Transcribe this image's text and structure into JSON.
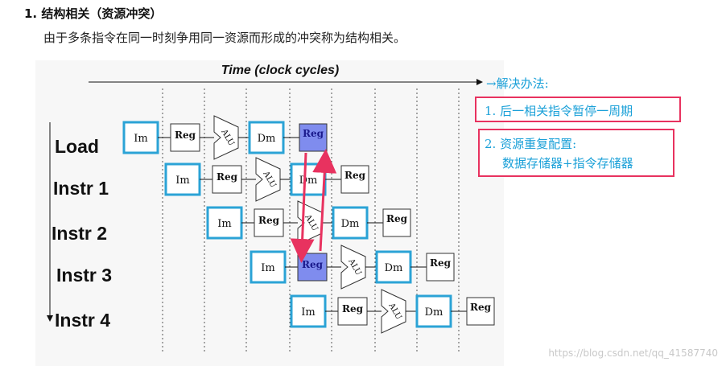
{
  "heading": "1. 结构相关（资源冲突）",
  "subheading": "由于多条指令在同一时刻争用同一资源而形成的冲突称为结构相关。",
  "diagram": {
    "time_label": "Time (clock cycles)",
    "rows": [
      {
        "label": "Load",
        "stages": [
          "Im",
          "Reg",
          "ALU",
          "Dm",
          "Reg"
        ]
      },
      {
        "label": "Instr 1",
        "stages": [
          "Im",
          "Reg",
          "ALU",
          "Dm",
          "Reg"
        ]
      },
      {
        "label": "Instr 2",
        "stages": [
          "Im",
          "Reg",
          "ALU",
          "Dm",
          "Reg"
        ]
      },
      {
        "label": "Instr 3",
        "stages": [
          "Im",
          "Reg",
          "ALU",
          "Dm",
          "Reg"
        ]
      },
      {
        "label": "Instr 4",
        "stages": [
          "Im",
          "Reg",
          "ALU",
          "Dm",
          "Reg"
        ]
      }
    ],
    "highlight_color": "#7f8cee",
    "box_border_color": "#2ba3d6",
    "arrow_color": "#e8325f"
  },
  "notes": {
    "title": "→解决办法:",
    "item1": "1. 后一相关指令暂停一周期",
    "item2_line1": "2. 资源重复配置:",
    "item2_line2": "数据存储器+指令存储器"
  },
  "watermark": "https://blog.csdn.net/qq_41587740"
}
